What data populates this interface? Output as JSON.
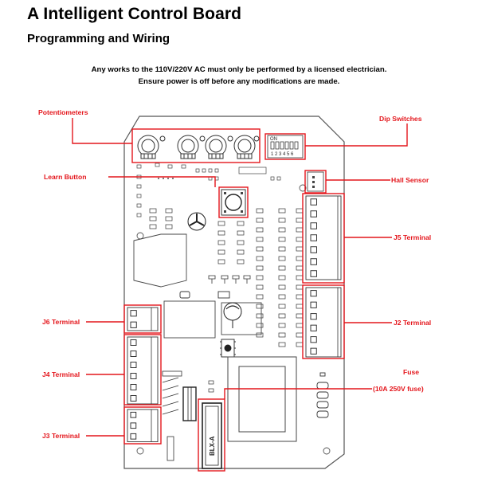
{
  "header": {
    "title": "A Intelligent Control Board",
    "subtitle": "Programming and Wiring"
  },
  "warning": {
    "line1": "Any works to the 110V/220V AC must only be performed by a licensed electrician.",
    "line2": "Ensure power is off before any modifications are made."
  },
  "callouts": {
    "potentiometers": "Potentiometers",
    "dip_switches": "Dip Switches",
    "learn_button": "Learn Button",
    "hall_sensor": "Hall Sensor",
    "j5_terminal": "J5 Terminal",
    "j6_terminal": "J6 Terminal",
    "j2_terminal": "J2 Terminal",
    "j4_terminal": "J4 Terminal",
    "fuse": "Fuse",
    "fuse_rating": "(10A 250V fuse)",
    "j3_terminal": "J3 Terminal"
  },
  "board": {
    "dip_on_label": "ON",
    "dip_numbers": "1 2 3 4 5 6",
    "fuse_marking": "BLX-A"
  },
  "colors": {
    "callout_red": "#e4161c",
    "board_outline": "#444444"
  }
}
